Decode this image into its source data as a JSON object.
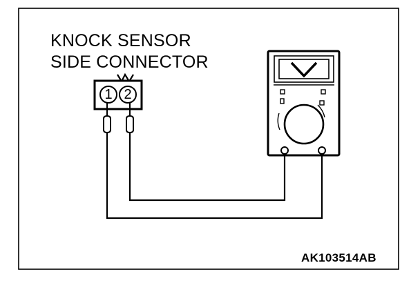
{
  "diagram": {
    "title_line_1": "KNOCK SENSOR",
    "title_line_2": "SIDE CONNECTOR",
    "pin_1": "1",
    "pin_2": "2",
    "meter_display": "V",
    "figure_code": "AK103514AB"
  }
}
